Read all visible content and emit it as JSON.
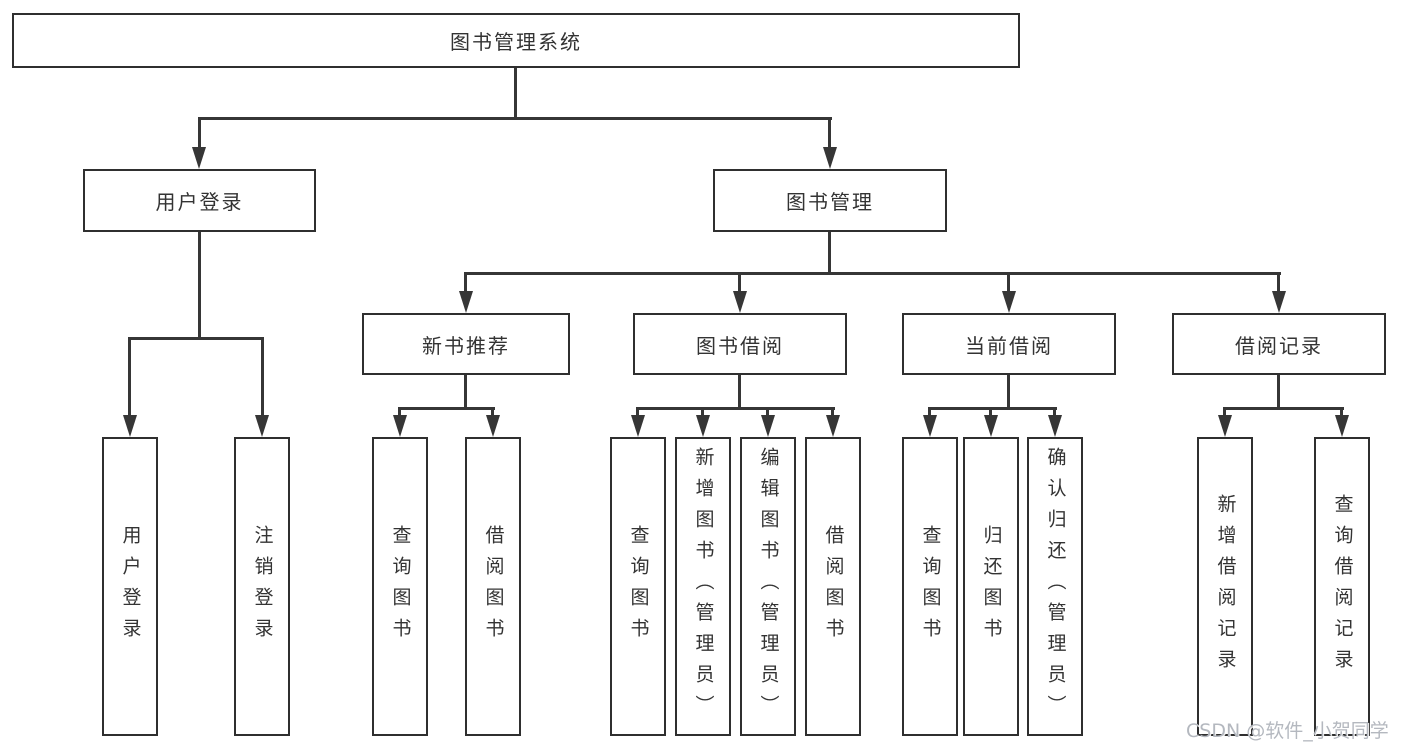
{
  "diagram": {
    "root": "图书管理系统",
    "level2": [
      {
        "label": "用户登录"
      },
      {
        "label": "图书管理"
      }
    ],
    "level3": [
      {
        "label": "新书推荐"
      },
      {
        "label": "图书借阅"
      },
      {
        "label": "当前借阅"
      },
      {
        "label": "借阅记录"
      }
    ],
    "leaves": [
      {
        "label": "用户登录"
      },
      {
        "label": "注销登录"
      },
      {
        "label": "查询图书"
      },
      {
        "label": "借阅图书"
      },
      {
        "label": "查询图书"
      },
      {
        "label": "新增图书（管理员）"
      },
      {
        "label": "编辑图书（管理员）"
      },
      {
        "label": "借阅图书"
      },
      {
        "label": "查询图书"
      },
      {
        "label": "归还图书"
      },
      {
        "label": "确认归还（管理员）"
      },
      {
        "label": "新增借阅记录"
      },
      {
        "label": "查询借阅记录"
      }
    ]
  },
  "watermark": "CSDN @软件_小贺同学",
  "colors": {
    "line": "#363636",
    "box_border": "#2f2f2f",
    "text": "#333333",
    "watermark": "#b4b8bf",
    "background": "#ffffff"
  }
}
